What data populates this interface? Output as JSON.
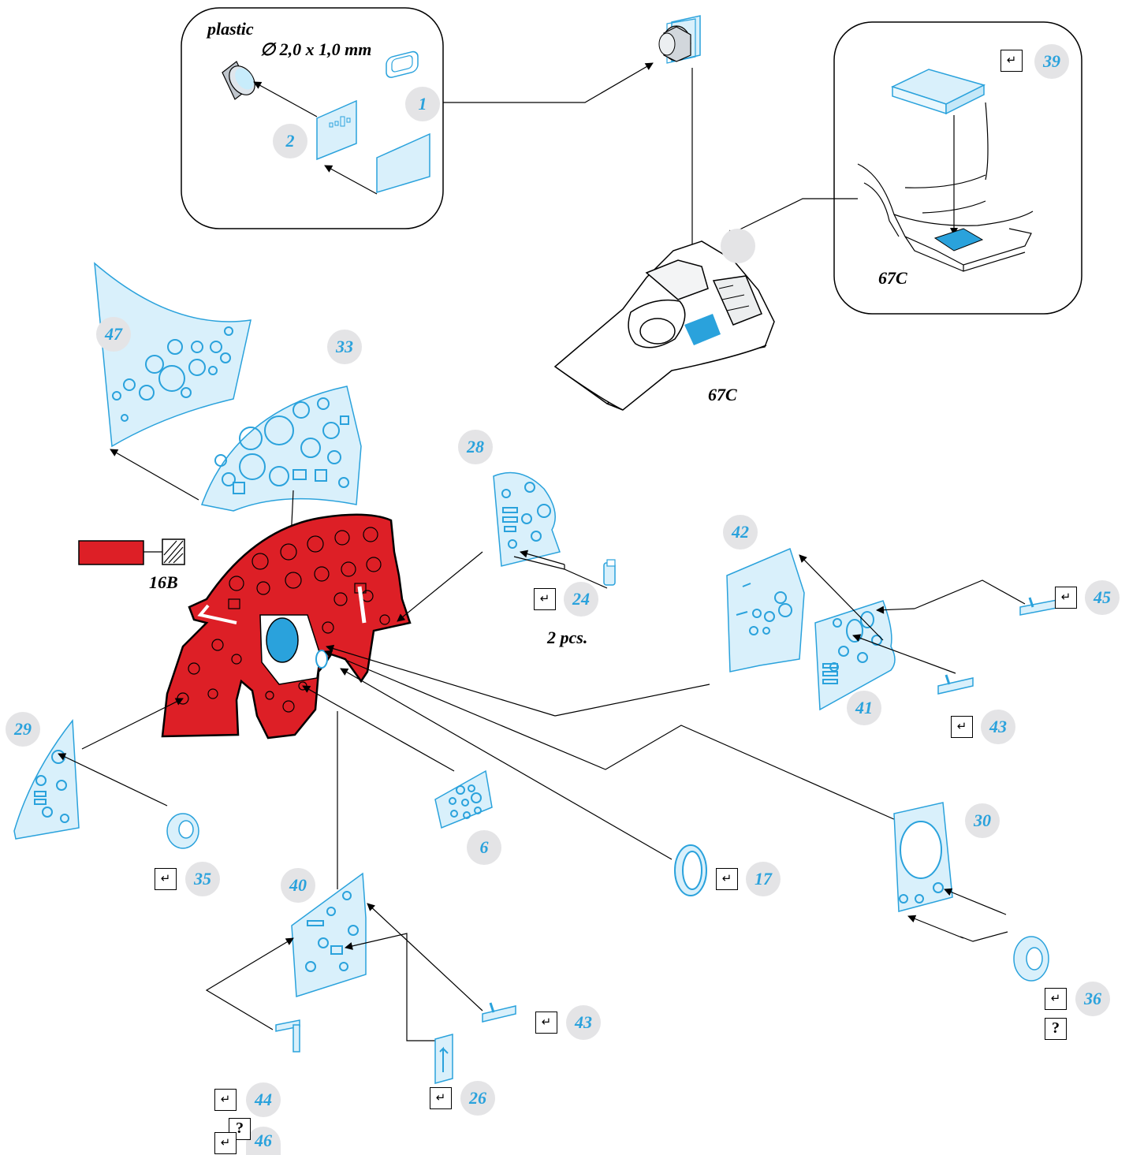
{
  "labels": {
    "plastic": "plastic",
    "dimension": "∅ 2,0 x 1,0 mm",
    "color_code": "16B",
    "part_67c_top": "67C",
    "part_67c_main": "67C",
    "two_pcs": "2 pcs."
  },
  "part_numbers": {
    "p1": "1",
    "p2": "2",
    "p6": "6",
    "p17": "17",
    "p24": "24",
    "p26": "26",
    "p28": "28",
    "p29": "29",
    "p30": "30",
    "p33": "33",
    "p35": "35",
    "p36": "36",
    "p39": "39",
    "p40": "40",
    "p41": "41",
    "p42": "42",
    "p43a": "43",
    "p43b": "43",
    "p44": "44",
    "p45": "45",
    "p46": "46",
    "p47": "47"
  },
  "symbols": {
    "fold": "↵",
    "question": "?"
  },
  "colors": {
    "etch_blue": "#2aa2dc",
    "etch_fill": "#d9f0fb",
    "panel_red": "#dd1f26",
    "number_bg": "#e4e4e6",
    "line": "#000000"
  }
}
